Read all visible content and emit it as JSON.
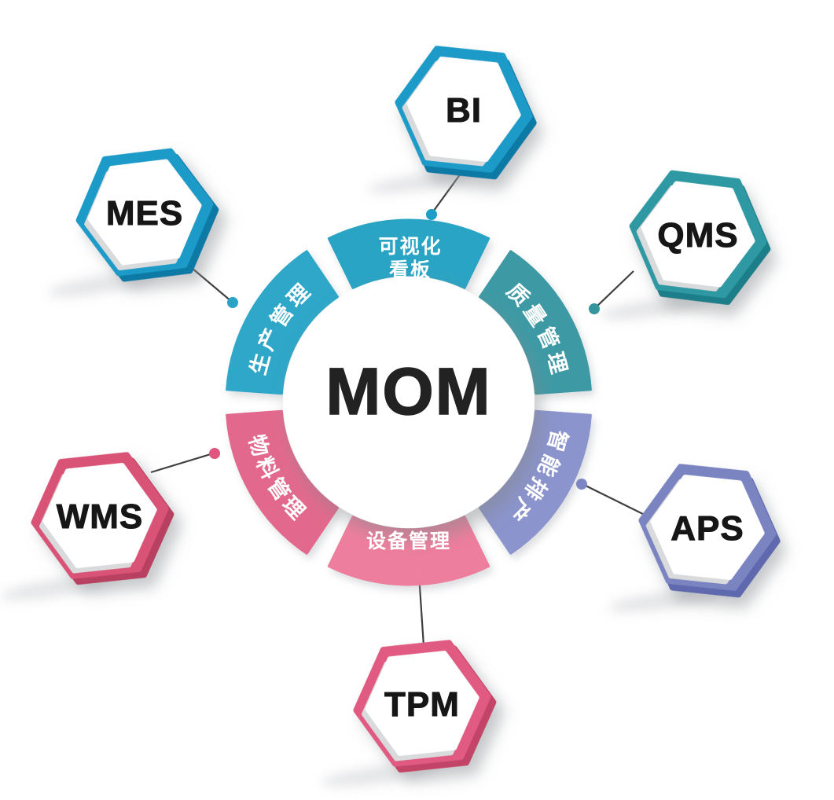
{
  "diagram": {
    "title": "MOM",
    "center": {
      "label": "MOM",
      "text_color": "#222222",
      "fill": "#ffffff"
    },
    "ring": {
      "segments": [
        {
          "id": "visual-dashboard",
          "label": "可视化",
          "label2": "看板",
          "color": "#2ba4c4"
        },
        {
          "id": "quality-management",
          "label": "质量管理",
          "color": "#3e9aa5"
        },
        {
          "id": "smart-scheduling",
          "label": "智能排产",
          "color": "#8b94cc"
        },
        {
          "id": "equipment-management",
          "label": "设备管理",
          "color": "#ee7e9d"
        },
        {
          "id": "material-management",
          "label": "物料管理",
          "color": "#e2698d"
        },
        {
          "id": "production-management",
          "label": "生产管理",
          "color": "#2ea7c9"
        }
      ]
    },
    "nodes": [
      {
        "id": "bi",
        "label": "BI",
        "color": "#1a9bc8",
        "edge_color": "#0e7aa5",
        "dot_color": "#1d9dc8"
      },
      {
        "id": "qms",
        "label": "QMS",
        "color": "#2e99a2",
        "edge_color": "#1e7e88",
        "dot_color": "#35969e"
      },
      {
        "id": "aps",
        "label": "APS",
        "color": "#7a84c1",
        "edge_color": "#5e69ae",
        "dot_color": "#7d86c2"
      },
      {
        "id": "tpm",
        "label": "TPM",
        "color": "#e05a81",
        "edge_color": "#c24468",
        "dot_color": "#ef7f9d"
      },
      {
        "id": "wms",
        "label": "WMS",
        "color": "#d95276",
        "edge_color": "#b83f60",
        "dot_color": "#e0567e"
      },
      {
        "id": "mes",
        "label": "MES",
        "color": "#1a9bc8",
        "edge_color": "#0e7aa5",
        "dot_color": "#2aa3c6"
      }
    ],
    "colors": {
      "connector": "#3f3f3f"
    }
  }
}
